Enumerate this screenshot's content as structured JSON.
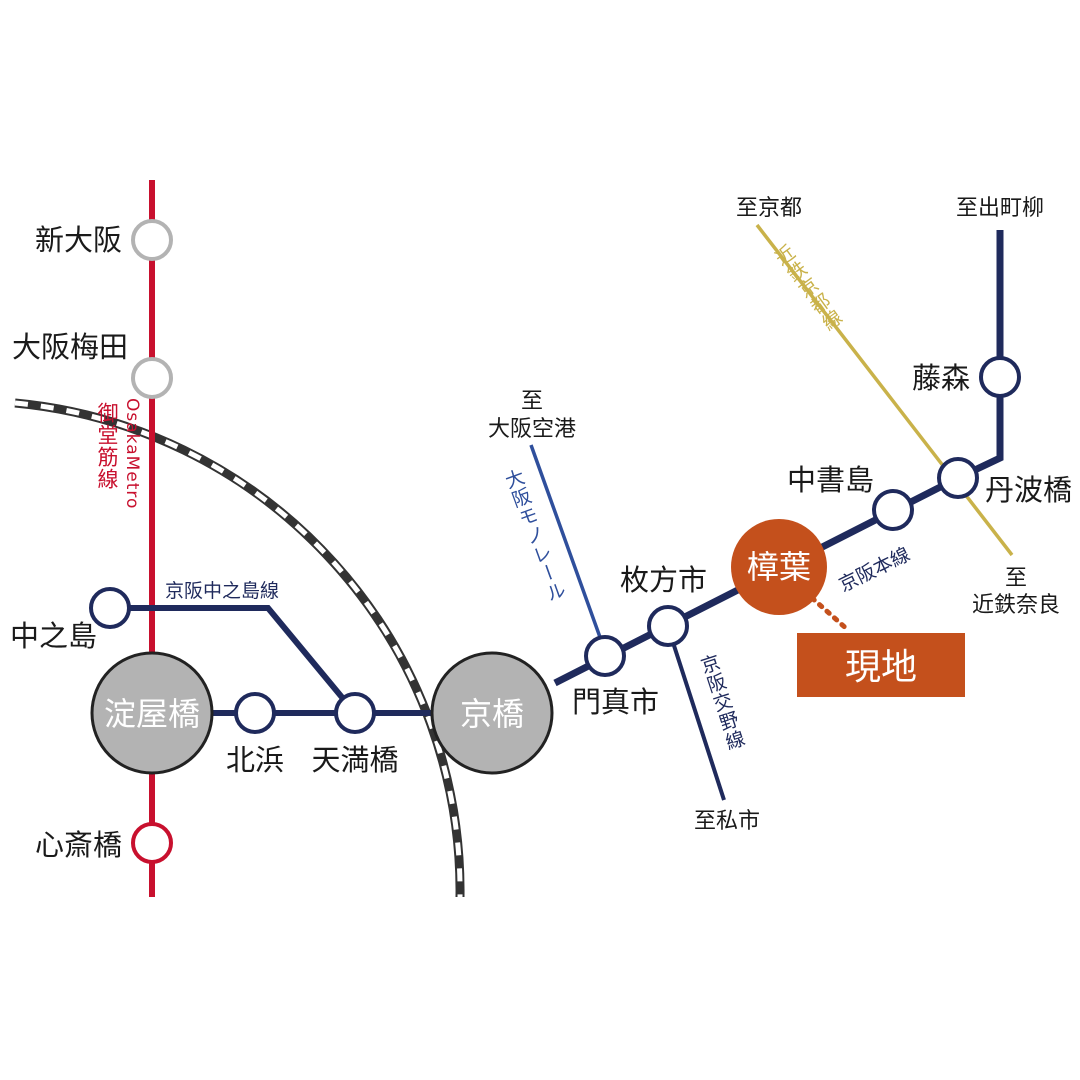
{
  "colors": {
    "midosuji_red": "#c8102e",
    "keihan_navy": "#1f2a5c",
    "monorail_blue": "#2f4f9c",
    "kintetsu_gold": "#c9b24a",
    "loop_line": "#333333",
    "hub_gray": "#b3b3b3",
    "current_station_orange": "#c4501c",
    "site_box_orange": "#c4501c"
  },
  "stations": {
    "shin_osaka": "新大阪",
    "osaka_umeda": "大阪梅田",
    "nakanoshima": "中之島",
    "yodoyabashi": "淀屋橋",
    "shinsaibashi": "心斎橋",
    "kitahama": "北浜",
    "temmabashi": "天満橋",
    "kyobashi": "京橋",
    "kadomashi": "門真市",
    "hirakatashi": "枚方市",
    "kuzuha": "樟葉",
    "nakashojima": "中書島",
    "fujinomori": "藤森",
    "tambabashi": "丹波橋"
  },
  "lines": {
    "midosuji_line": "御堂筋線",
    "osaka_metro": "OsakaMetro",
    "nakanoshima_line": "京阪中之島線",
    "osaka_monorail": "大阪モノレール",
    "katano_line": "京阪交野線",
    "keihan_main_line": "京阪本線",
    "kintetsu_kyoto_line": "近鉄京都線"
  },
  "destinations": {
    "to_airport_prefix": "至",
    "to_airport": "大阪空港",
    "to_kisaichi": "至私市",
    "to_kyoto": "至京都",
    "to_demachiyanagi": "至出町柳",
    "to_nara_prefix": "至",
    "to_nara": "近鉄奈良"
  },
  "site_marker": {
    "label": "現地"
  }
}
